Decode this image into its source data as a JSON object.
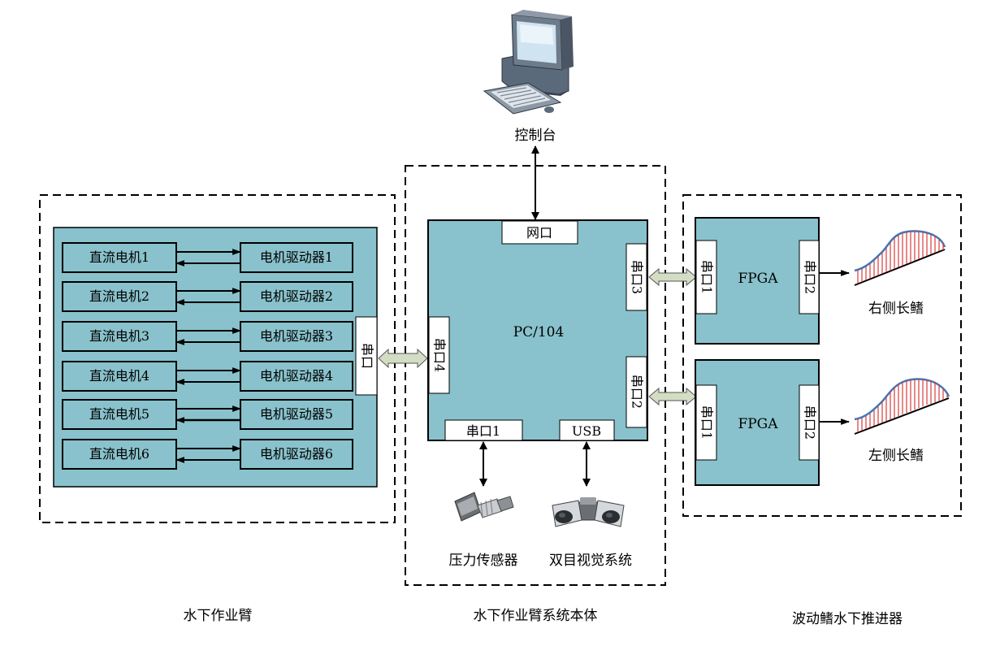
{
  "console_label": "控制台",
  "arm": {
    "motors": [
      "直流电机1",
      "直流电机2",
      "直流电机3",
      "直流电机4",
      "直流电机5",
      "直流电机6"
    ],
    "drivers": [
      "电机驱动器1",
      "电机驱动器2",
      "电机驱动器3",
      "电机驱动器4",
      "电机驱动器5",
      "电机驱动器6"
    ],
    "serial_port": "串口",
    "caption": "水下作业臂"
  },
  "pc104": {
    "title": "PC/104",
    "net_port": "网口",
    "serial4": "串口4",
    "serial3": "串口3",
    "serial2": "串口2",
    "serial1": "串口1",
    "usb": "USB",
    "caption": "水下作业臂系统本体"
  },
  "devices": {
    "pressure_sensor": "压力传感器",
    "stereo_vision": "双目视觉系统"
  },
  "thruster": {
    "upper": {
      "port_in": "串口1",
      "chip": "FPGA",
      "port_out": "串口2",
      "fin": "右侧长鳍"
    },
    "lower": {
      "port_in": "串口1",
      "chip": "FPGA",
      "port_out": "串口2",
      "fin": "左侧长鳍"
    },
    "caption": "波动鳍水下推进器"
  },
  "colors": {
    "panel": "#89c2cc",
    "link_arrow": "#d3ddc4",
    "fin_wave": "#3f77b8",
    "fin_rays": "#d83a3a"
  },
  "icons": [
    "computer-icon",
    "pressure-sensor-icon",
    "stereo-camera-icon",
    "fin-icon"
  ]
}
